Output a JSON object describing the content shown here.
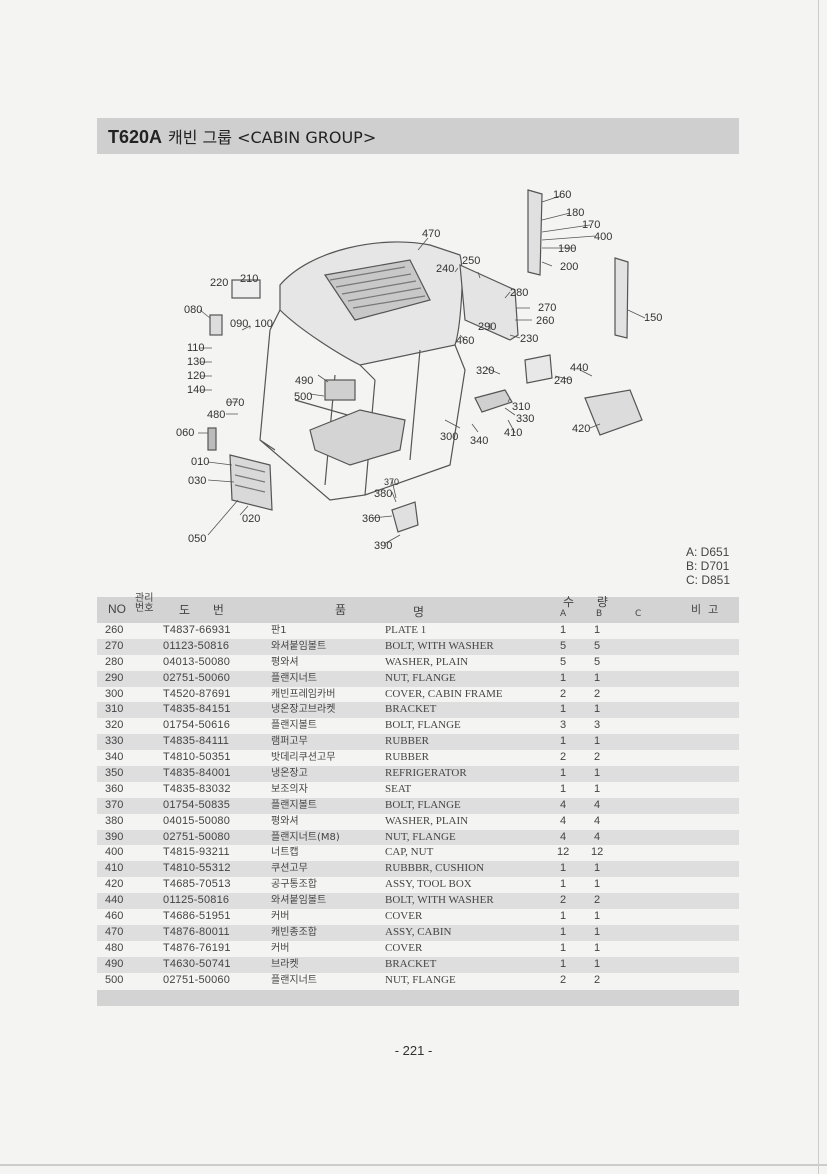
{
  "title": {
    "model": "T620A",
    "text": "캐빈 그룹 <CABIN GROUP>"
  },
  "diagram_callouts": [
    "160",
    "180",
    "170",
    "400",
    "190",
    "200",
    "150",
    "470",
    "240",
    "250",
    "280",
    "270",
    "290",
    "260",
    "230",
    "460",
    "220",
    "210",
    "080",
    "090, 100",
    "110",
    "130",
    "120",
    "140",
    "070",
    "480",
    "060",
    "010",
    "030",
    "020",
    "050",
    "490",
    "500",
    "320",
    "310",
    "330",
    "300",
    "340",
    "410",
    "440",
    "240",
    "420",
    "370",
    "380",
    "360",
    "390"
  ],
  "variants": [
    "A: D651",
    "B: D701",
    "C: D851"
  ],
  "table": {
    "headers": {
      "no": "NO",
      "mgmt": "관리\n번호",
      "drawing": "도      번",
      "name_kr": "품",
      "name_en": "명",
      "qty": "수      량",
      "remarks": "비  고",
      "a": "A",
      "b": "B",
      "c": "C"
    },
    "rows": [
      {
        "no": "260",
        "part": "T4837-66931",
        "kr": "판1",
        "en": "PLATE 1",
        "a": "1",
        "b": "1"
      },
      {
        "no": "270",
        "part": "01123-50816",
        "kr": "와셔붙임볼트",
        "en": "BOLT, WITH WASHER",
        "a": "5",
        "b": "5"
      },
      {
        "no": "280",
        "part": "04013-50080",
        "kr": "평와셔",
        "en": "WASHER, PLAIN",
        "a": "5",
        "b": "5"
      },
      {
        "no": "290",
        "part": "02751-50060",
        "kr": "플랜지너트",
        "en": "NUT, FLANGE",
        "a": "1",
        "b": "1"
      },
      {
        "no": "300",
        "part": "T4520-87691",
        "kr": "캐빈프레임카버",
        "en": "COVER, CABIN FRAME",
        "a": "2",
        "b": "2"
      },
      {
        "no": "310",
        "part": "T4835-84151",
        "kr": "냉온장고브라켓",
        "en": "BRACKET",
        "a": "1",
        "b": "1"
      },
      {
        "no": "320",
        "part": "01754-50616",
        "kr": "플랜지볼트",
        "en": "BOLT, FLANGE",
        "a": "3",
        "b": "3"
      },
      {
        "no": "330",
        "part": "T4835-84111",
        "kr": "램퍼고무",
        "en": "RUBBER",
        "a": "1",
        "b": "1"
      },
      {
        "no": "340",
        "part": "T4810-50351",
        "kr": "밧데리쿠션고무",
        "en": "RUBBER",
        "a": "2",
        "b": "2"
      },
      {
        "no": "350",
        "part": "T4835-84001",
        "kr": "냉온장고",
        "en": "REFRIGERATOR",
        "a": "1",
        "b": "1"
      },
      {
        "no": "360",
        "part": "T4835-83032",
        "kr": "보조의자",
        "en": "SEAT",
        "a": "1",
        "b": "1"
      },
      {
        "no": "370",
        "part": "01754-50835",
        "kr": "플랜지볼트",
        "en": "BOLT, FLANGE",
        "a": "4",
        "b": "4"
      },
      {
        "no": "380",
        "part": "04015-50080",
        "kr": "평와셔",
        "en": "WASHER, PLAIN",
        "a": "4",
        "b": "4"
      },
      {
        "no": "390",
        "part": "02751-50080",
        "kr": "플랜지너트(M8)",
        "en": "NUT, FLANGE",
        "a": "4",
        "b": "4"
      },
      {
        "no": "400",
        "part": "T4815-93211",
        "kr": "너트캡",
        "en": "CAP, NUT",
        "a": "12",
        "b": "12"
      },
      {
        "no": "410",
        "part": "T4810-55312",
        "kr": "쿠션고무",
        "en": "RUBBBR, CUSHION",
        "a": "1",
        "b": "1"
      },
      {
        "no": "420",
        "part": "T4685-70513",
        "kr": "공구통조합",
        "en": "ASSY, TOOL BOX",
        "a": "1",
        "b": "1"
      },
      {
        "no": "440",
        "part": "01125-50816",
        "kr": "와셔붙임볼트",
        "en": "BOLT, WITH WASHER",
        "a": "2",
        "b": "2"
      },
      {
        "no": "460",
        "part": "T4686-51951",
        "kr": "커버",
        "en": "COVER",
        "a": "1",
        "b": "1"
      },
      {
        "no": "470",
        "part": "T4876-80011",
        "kr": "캐빈종조합",
        "en": "ASSY, CABIN",
        "a": "1",
        "b": "1"
      },
      {
        "no": "480",
        "part": "T4876-76191",
        "kr": "커버",
        "en": "COVER",
        "a": "1",
        "b": "1"
      },
      {
        "no": "490",
        "part": "T4630-50741",
        "kr": "브라켓",
        "en": "BRACKET",
        "a": "1",
        "b": "1"
      },
      {
        "no": "500",
        "part": "02751-50060",
        "kr": "플랜지너트",
        "en": "NUT, FLANGE",
        "a": "2",
        "b": "2"
      }
    ]
  },
  "page_number": "- 221 -"
}
